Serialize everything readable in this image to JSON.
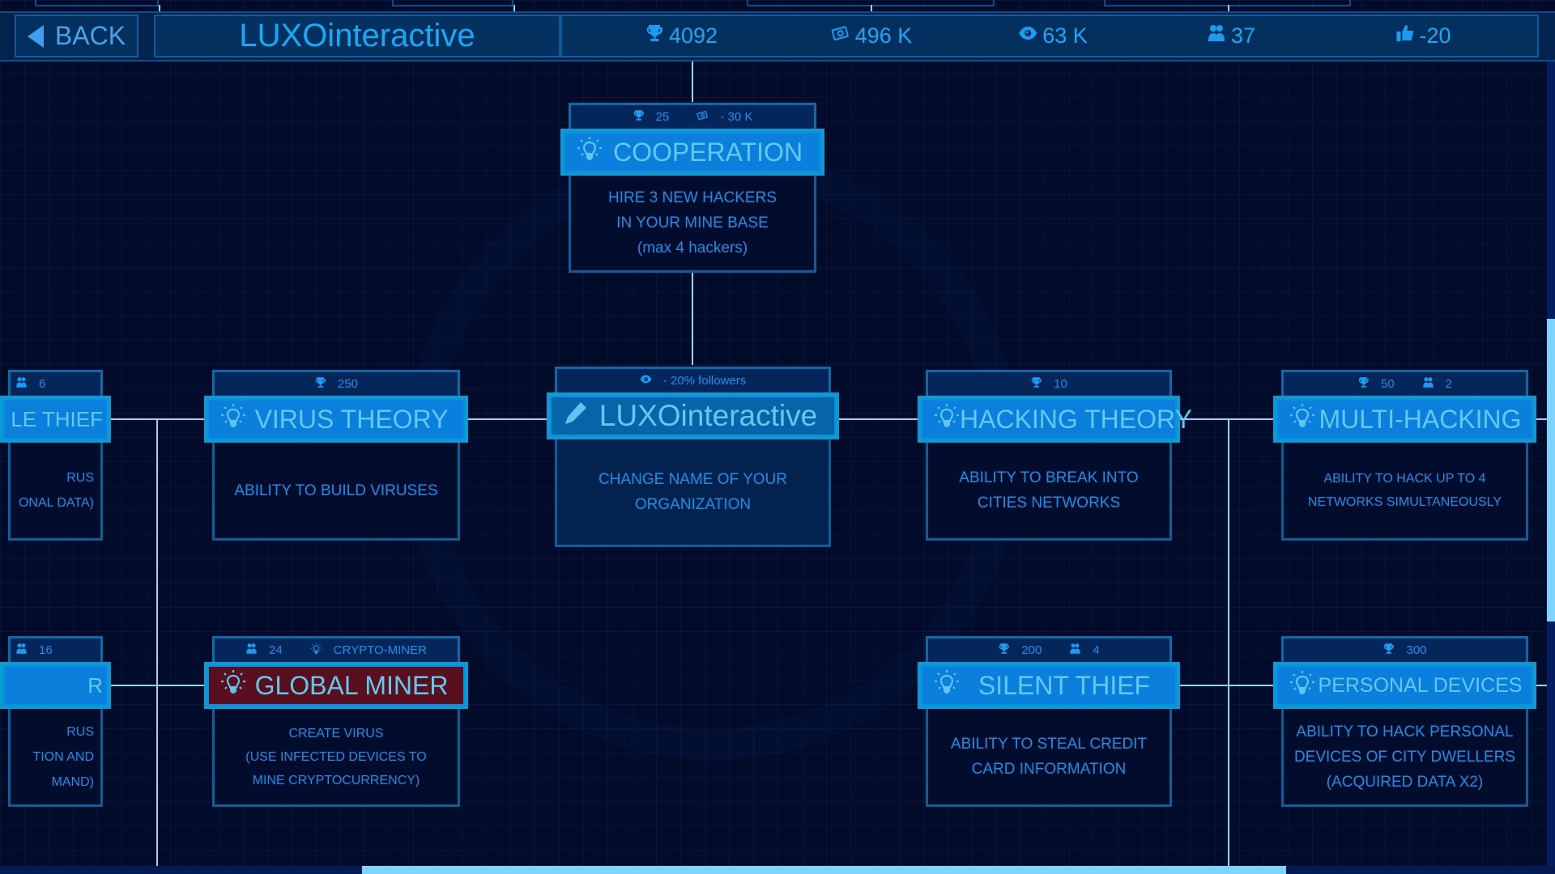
{
  "header": {
    "back_label": "BACK",
    "title": "LUXOinteractive",
    "stats": [
      {
        "icon": "trophy",
        "value": "4092"
      },
      {
        "icon": "money",
        "value": "496 K"
      },
      {
        "icon": "eye",
        "value": "63 K"
      },
      {
        "icon": "hackers",
        "value": "37"
      },
      {
        "icon": "thumbs-up",
        "value": "-20"
      }
    ]
  },
  "colors": {
    "accent": "#0a7fdc",
    "text": "#1a8fe8",
    "title_text": "#62c9ee",
    "active_red": "#5a0f1e",
    "line": "#8fd3f5"
  },
  "nodes": [
    {
      "id": "cooperation",
      "icon": "bulb",
      "title": "COOPERATION",
      "info": [
        {
          "icon": "trophy",
          "text": "25"
        },
        {
          "icon": "money",
          "text": "- 30 K"
        }
      ],
      "desc": [
        "HIRE 3 NEW HACKERS",
        "IN YOUR MINE BASE",
        "(max 4 hackers)"
      ]
    },
    {
      "id": "left-thief",
      "icon": "",
      "title": "LE THIEF",
      "info": [
        {
          "icon": "hackers",
          "text": "6"
        }
      ],
      "desc": [
        "RUS",
        "ONAL DATA)"
      ]
    },
    {
      "id": "virus-theory",
      "icon": "bulb",
      "title": "VIRUS THEORY",
      "info": [
        {
          "icon": "trophy",
          "text": "250"
        }
      ],
      "desc": [
        "ABILITY TO BUILD VIRUSES"
      ]
    },
    {
      "id": "luxointeractive",
      "icon": "pencil",
      "title": "LUXOinteractive",
      "info": [
        {
          "icon": "eye",
          "text": "- 20% followers"
        }
      ],
      "desc": [
        "CHANGE NAME OF YOUR",
        "ORGANIZATION"
      ]
    },
    {
      "id": "hacking-theory",
      "icon": "bulb",
      "title": "HACKING THEORY",
      "info": [
        {
          "icon": "trophy",
          "text": "10"
        }
      ],
      "desc": [
        "ABILITY TO BREAK INTO",
        "CITIES NETWORKS"
      ]
    },
    {
      "id": "multi-hacking",
      "icon": "bulb",
      "title": "MULTI-HACKING",
      "info": [
        {
          "icon": "trophy",
          "text": "50"
        },
        {
          "icon": "hackers",
          "text": "2"
        }
      ],
      "desc": [
        "ABILITY TO HACK UP TO 4",
        "NETWORKS SIMULTANEOUSLY"
      ]
    },
    {
      "id": "left-lower",
      "icon": "",
      "title": "R",
      "info": [
        {
          "icon": "hackers",
          "text": "16"
        }
      ],
      "desc": [
        "RUS",
        "TION AND",
        "MAND)"
      ]
    },
    {
      "id": "global-miner",
      "icon": "bulb",
      "title": "GLOBAL MINER",
      "info": [
        {
          "icon": "hackers",
          "text": "24"
        },
        {
          "icon": "bulb",
          "text": "CRYPTO-MINER"
        }
      ],
      "desc": [
        "CREATE VIRUS",
        "(USE INFECTED DEVICES TO",
        "MINE CRYPTOCURRENCY)"
      ]
    },
    {
      "id": "silent-thief",
      "icon": "bulb",
      "title": "SILENT THIEF",
      "info": [
        {
          "icon": "trophy",
          "text": "200"
        },
        {
          "icon": "hackers",
          "text": "4"
        }
      ],
      "desc": [
        "ABILITY TO STEAL CREDIT",
        "CARD INFORMATION"
      ]
    },
    {
      "id": "personal-devices",
      "icon": "bulb",
      "title": "PERSONAL DEVICES",
      "info": [
        {
          "icon": "trophy",
          "text": "300"
        }
      ],
      "desc": [
        "ABILITY TO HACK PERSONAL",
        "DEVICES OF CITY DWELLERS",
        "(ACQUIRED DATA X2)"
      ]
    }
  ]
}
